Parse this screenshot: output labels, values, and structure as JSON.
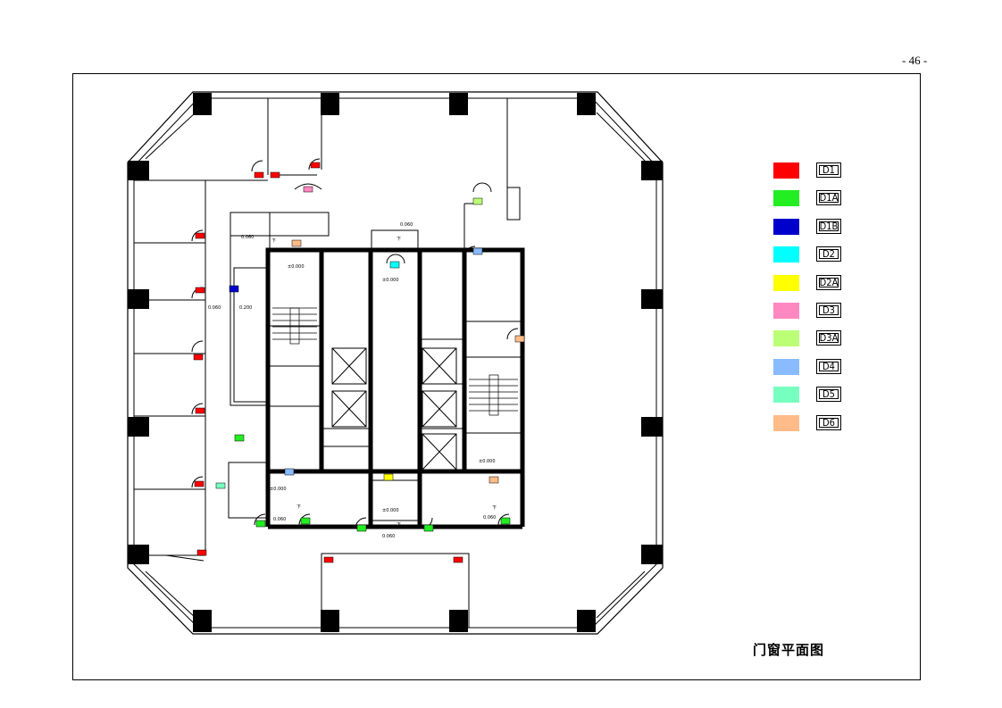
{
  "page": {
    "number": "- 46 -"
  },
  "drawing": {
    "title": "门窗平面图",
    "colors": {
      "line": "#000000",
      "column": "#000000",
      "background": "#ffffff"
    }
  },
  "legend": {
    "items": [
      {
        "code": "D1",
        "color": "#ff0000"
      },
      {
        "code": "D1A",
        "color": "#22ee22"
      },
      {
        "code": "D1B",
        "color": "#0000cc"
      },
      {
        "code": "D2",
        "color": "#00ffff"
      },
      {
        "code": "D2A",
        "color": "#ffff00"
      },
      {
        "code": "D3",
        "color": "#ff88c0"
      },
      {
        "code": "D3A",
        "color": "#bbff77"
      },
      {
        "code": "D4",
        "color": "#88bbff"
      },
      {
        "code": "D5",
        "color": "#77ffc0"
      },
      {
        "code": "D6",
        "color": "#ffbb88"
      }
    ]
  },
  "annotations": {
    "elev_0000": "±0.000",
    "elev_0060": "0.060",
    "elev_0200": "0.200",
    "down_mark": "下"
  }
}
